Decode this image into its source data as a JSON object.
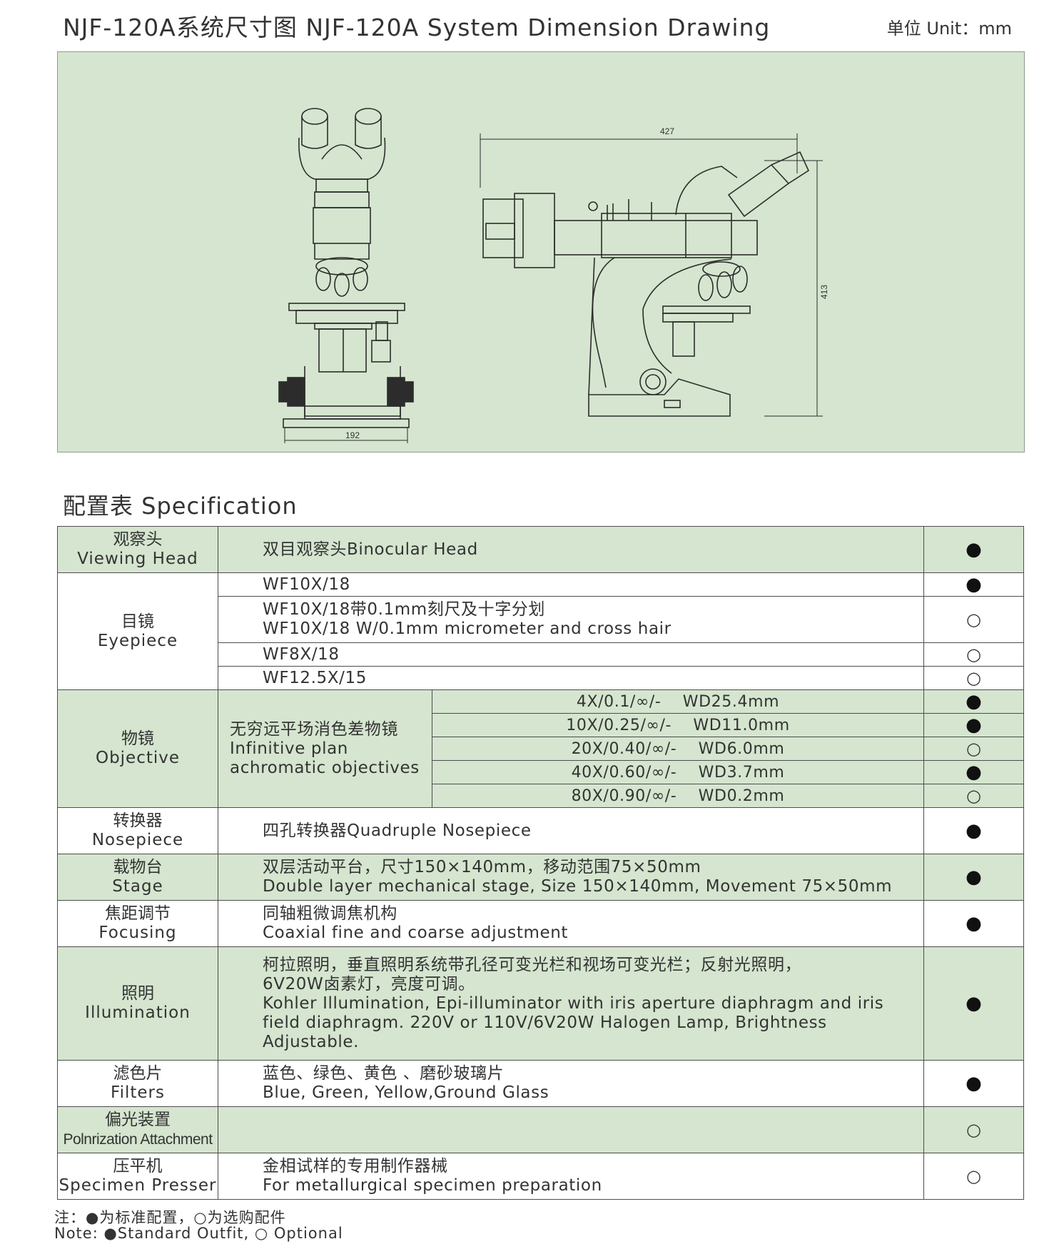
{
  "header": {
    "title": "NJF-120A系统尺寸图 NJF-120A System Dimension Drawing",
    "unit": "单位 Unit：mm"
  },
  "drawing": {
    "front_width": "192",
    "side_width": "427",
    "side_height": "413",
    "background_color": "#d5e5cf"
  },
  "spec": {
    "title": "配置表 Specification",
    "rows": [
      {
        "cat_cn": "观察头",
        "cat_en": "Viewing Head",
        "desc1": "双目观察头Binocular Head",
        "desc2": "",
        "mark": "●"
      },
      {
        "cat_cn": "目镜",
        "cat_en": "Eyepiece"
      },
      {
        "cat_cn": "物镜",
        "cat_en": "Objective",
        "desc1": "无穷远平场消色差物镜",
        "desc2": "Infinitive plan achromatic objectives"
      },
      {
        "cat_cn": "转换器",
        "cat_en": "Nosepiece",
        "desc1": "四孔转换器Quadruple Nosepiece",
        "desc2": "",
        "mark": "●"
      },
      {
        "cat_cn": "载物台",
        "cat_en": "Stage",
        "desc1": "双层活动平台，尺寸150×140mm，移动范围75×50mm",
        "desc2": "Double layer mechanical stage, Size 150×140mm, Movement 75×50mm",
        "mark": "●"
      },
      {
        "cat_cn": "焦距调节",
        "cat_en": "Focusing",
        "desc1": "同轴粗微调焦机构",
        "desc2": "Coaxial fine and coarse adjustment",
        "mark": "●"
      },
      {
        "cat_cn": "照明",
        "cat_en": "Illumination",
        "desc1": "柯拉照明，垂直照明系统带孔径可变光栏和视场可变光栏；反射光照明，",
        "desc2": "6V20W卤素灯，亮度可调。",
        "desc3": "Kohler Illumination, Epi-illuminator with iris aperture diaphragm and iris",
        "desc4": "field diaphragm. 220V or 110V/6V20W Halogen Lamp, Brightness Adjustable.",
        "mark": "●"
      },
      {
        "cat_cn": "滤色片",
        "cat_en": "Filters",
        "desc1": "蓝色、绿色、黄色 、磨砂玻璃片",
        "desc2": "Blue, Green, Yellow,Ground Glass",
        "mark": "●"
      },
      {
        "cat_cn": "偏光装置",
        "cat_en": "Polnrization Attachment",
        "desc1": "",
        "desc2": "",
        "mark": "○"
      },
      {
        "cat_cn": "压平机",
        "cat_en": "Specimen Presser",
        "desc1": "金相试样的专用制作器械",
        "desc2": "For metallurgical specimen preparation",
        "mark": "○"
      }
    ],
    "eyepieces": [
      {
        "lines": [
          "WF10X/18"
        ],
        "mark": "●"
      },
      {
        "lines": [
          "WF10X/18带0.1mm刻尺及十字分划",
          "WF10X/18 W/0.1mm micrometer and cross hair"
        ],
        "mark": "○"
      },
      {
        "lines": [
          "WF8X/18"
        ],
        "mark": "○"
      },
      {
        "lines": [
          "WF12.5X/15"
        ],
        "mark": "○"
      }
    ],
    "objectives": [
      {
        "spec": "4X/0.1/∞/-    WD25.4mm",
        "mark": "●"
      },
      {
        "spec": "10X/0.25/∞/-    WD11.0mm",
        "mark": "●"
      },
      {
        "spec": "20X/0.40/∞/-    WD6.0mm",
        "mark": "○"
      },
      {
        "spec": "40X/0.60/∞/-    WD3.7mm",
        "mark": "●"
      },
      {
        "spec": "80X/0.90/∞/-    WD0.2mm",
        "mark": "○"
      }
    ]
  },
  "notes": {
    "cn": "注：●为标准配置，○为选购配件",
    "en": "Note: ●Standard Outfit, ○ Optional"
  }
}
